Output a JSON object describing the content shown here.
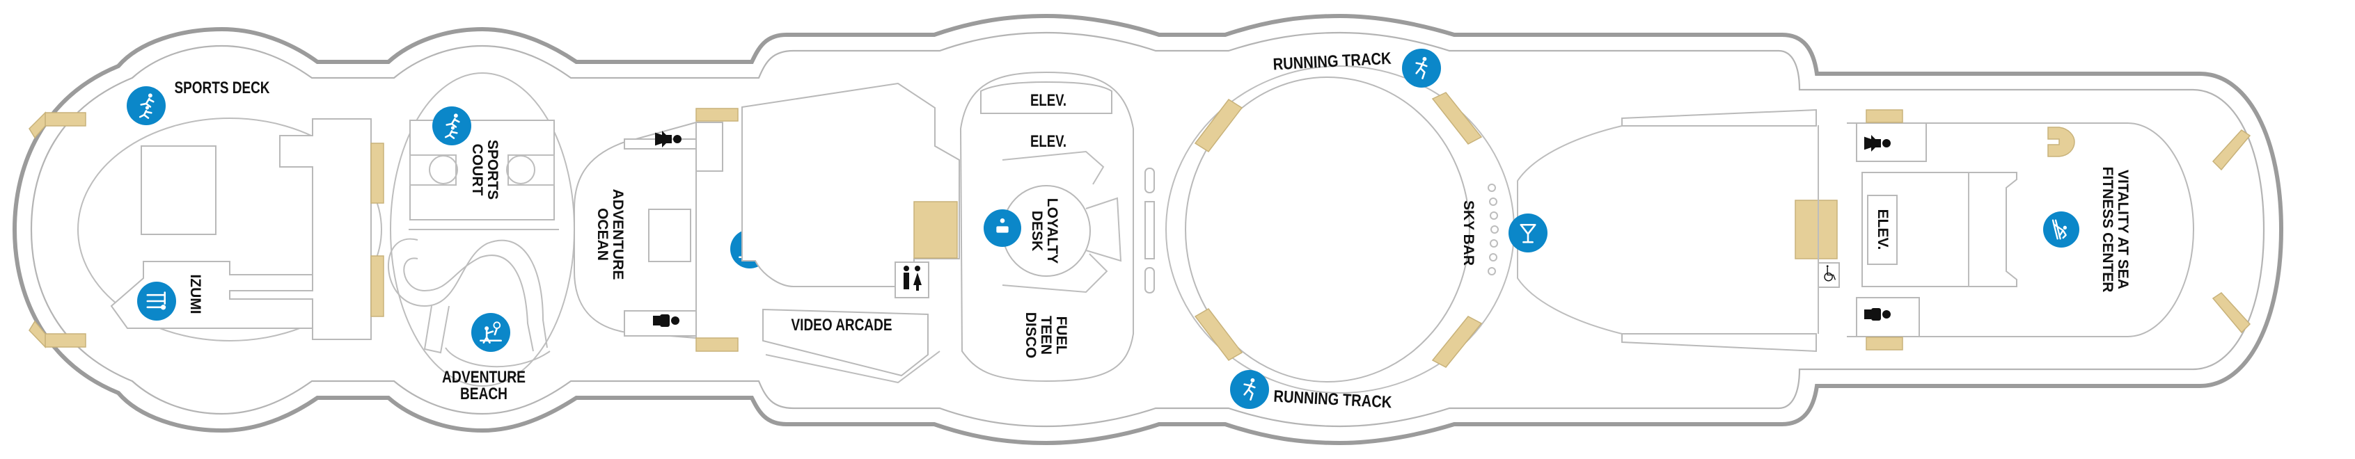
{
  "deck_plan": {
    "labels": {
      "sports_deck": "SPORTS DECK",
      "sports_court": [
        "SPORTS",
        "COURT"
      ],
      "izumi": "IZUMI",
      "adventure_beach": [
        "ADVENTURE",
        "BEACH"
      ],
      "adventure_ocean": [
        "ADVENTURE",
        "OCEAN"
      ],
      "video_arcade": "VIDEO ARCADE",
      "elev_1": "ELEV.",
      "elev_2": "ELEV.",
      "elev_3": "ELEV.",
      "loyalty_desk": [
        "LOYALTY",
        "DESK"
      ],
      "fuel_teen_disco": [
        "FUEL",
        "TEEN",
        "DISCO"
      ],
      "running_track_top": "RUNNING TRACK",
      "running_track_bottom": "RUNNING TRACK",
      "sky_bar": "SKY BAR",
      "vitality": [
        "VITALITY AT SEA",
        "FITNESS CENTER"
      ]
    },
    "icons": [
      "sports-icon",
      "sports-icon",
      "dining-icon",
      "kids-icon",
      "kids-icon",
      "info-icon",
      "running-icon",
      "running-icon",
      "bar-icon",
      "fitness-icon",
      "restroom-women-icon",
      "restroom-men-icon",
      "restroom-unisex-icon",
      "restroom-women-icon",
      "restroom-men-icon",
      "wheelchair-icon"
    ],
    "colors": {
      "icon_badge": "#0b87c9",
      "stairs": "#e5cf98",
      "hull_outline": "#9b9b9b",
      "label_text": "#111111"
    }
  }
}
